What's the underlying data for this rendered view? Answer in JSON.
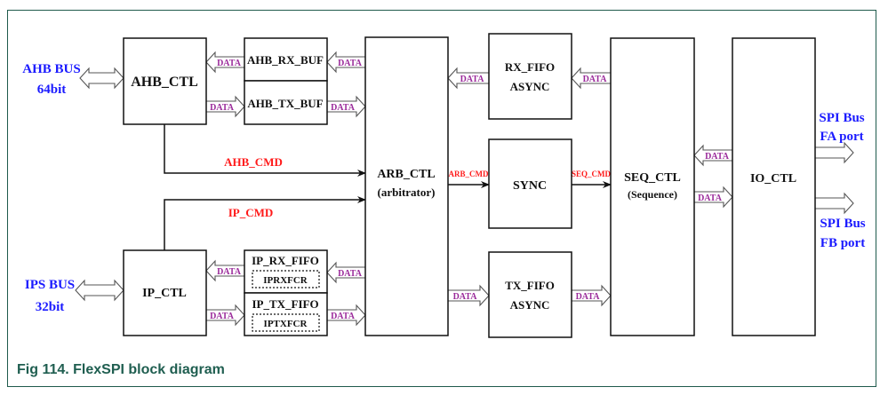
{
  "caption": "Fig 114. FlexSPI block diagram",
  "colors": {
    "frame": "#1f5a4c",
    "bus_label": "#1a1aff",
    "cmd_label": "#ff1a1a",
    "data_label": "#9a2a9a"
  },
  "buses": {
    "ahb": [
      "AHB BUS",
      "64bit"
    ],
    "ips": [
      "IPS BUS",
      "32bit"
    ],
    "spi_fa": [
      "SPI Bus",
      "FA port"
    ],
    "spi_fb": [
      "SPI Bus",
      "FB port"
    ]
  },
  "blocks": {
    "ahb_ctl": "AHB_CTL",
    "ahb_rx_buf": "AHB_RX_BUF",
    "ahb_tx_buf": "AHB_TX_BUF",
    "ip_ctl": "IP_CTL",
    "ip_rx_fifo": "IP_RX_FIFO",
    "iprxfcr": "IPRXFCR",
    "ip_tx_fifo": "IP_TX_FIFO",
    "iptxfcr": "IPTXFCR",
    "arb_ctl": [
      "ARB_CTL",
      "(arbitrator)"
    ],
    "rx_fifo": [
      "RX_FIFO",
      "ASYNC"
    ],
    "sync": "SYNC",
    "tx_fifo": [
      "TX_FIFO",
      "ASYNC"
    ],
    "seq_ctl": [
      "SEQ_CTL",
      "(Sequence)"
    ],
    "io_ctl": "IO_CTL"
  },
  "signals": {
    "ahb_cmd": "AHB_CMD",
    "ip_cmd": "IP_CMD",
    "arb_cmd": "ARB_CMD",
    "seq_cmd": "SEQ_CMD",
    "data": "DATA"
  }
}
